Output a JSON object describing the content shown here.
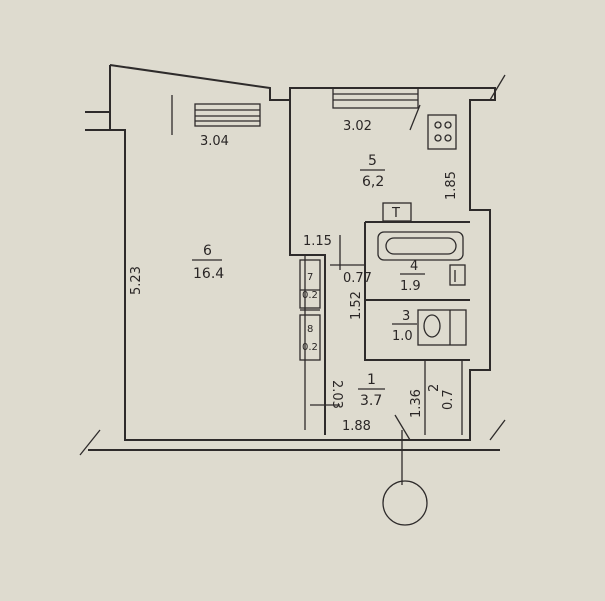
{
  "rooms": [
    {
      "number": "6",
      "area": "16.4"
    },
    {
      "number": "5",
      "area": "6,2"
    },
    {
      "number": "4",
      "area": "1.9"
    },
    {
      "number": "3",
      "area": "1.0"
    },
    {
      "number": "1",
      "area": "3.7"
    },
    {
      "number": "2",
      "area": "0.7"
    },
    {
      "number": "7",
      "area": "0.2"
    },
    {
      "number": "8",
      "area": "0.2"
    }
  ],
  "dimensions": [
    "3.04",
    "3.02",
    "1.85",
    "5.23",
    "1.15",
    "0.77",
    "1.52",
    "2.03",
    "1.36",
    "1.88"
  ],
  "fixtures": {
    "stove_label": "T"
  }
}
